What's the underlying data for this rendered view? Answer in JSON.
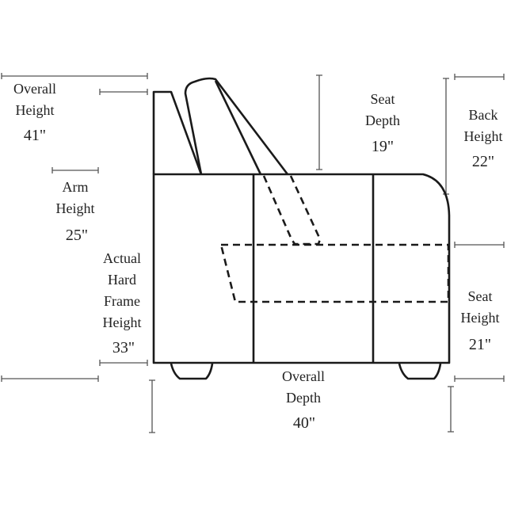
{
  "dimensions": {
    "overall_height": {
      "label1": "Overall",
      "label2": "Height",
      "value": "41\""
    },
    "arm_height": {
      "label1": "Arm",
      "label2": "Height",
      "value": "25\""
    },
    "frame_height": {
      "label1": "Actual",
      "label2": "Hard",
      "label3": "Frame",
      "label4": "Height",
      "value": "33\""
    },
    "seat_depth": {
      "label1": "Seat",
      "label2": "Depth",
      "value": "19\""
    },
    "back_height": {
      "label1": "Back",
      "label2": "Height",
      "value": "22\""
    },
    "seat_height": {
      "label1": "Seat",
      "label2": "Height",
      "value": "21\""
    },
    "overall_depth": {
      "label1": "Overall",
      "label2": "Depth",
      "value": "40\""
    }
  }
}
